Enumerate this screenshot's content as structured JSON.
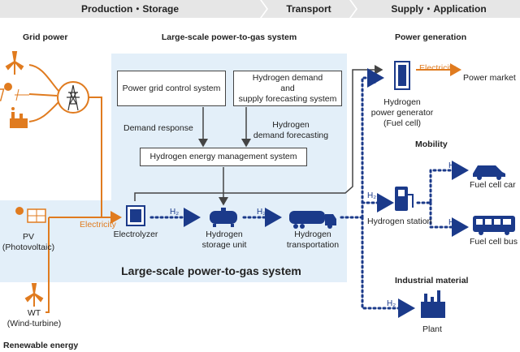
{
  "header": {
    "production_storage": "Production・Storage",
    "transport": "Transport",
    "supply_application": "Supply・Application"
  },
  "grid_power": "Grid power",
  "system_title_top": "Large-scale power-to-gas system",
  "system_title_bottom": "Large-scale power-to-gas system",
  "boxes": {
    "power_grid_control": "Power grid control system",
    "hydrogen_forecasting_l1": "Hydrogen demand",
    "hydrogen_forecasting_l2": "and",
    "hydrogen_forecasting_l3": "supply forecasting system",
    "energy_management": "Hydrogen energy management system"
  },
  "labels": {
    "demand_response": "Demand response",
    "demand_forecasting_l1": "Hydrogen",
    "demand_forecasting_l2": "demand forecasting",
    "electricity_left": "Electricity",
    "electrolyzer": "Electrolyzer",
    "storage_l1": "Hydrogen",
    "storage_l2": "storage unit",
    "transportation_l1": "Hydrogen",
    "transportation_l2": "transportation",
    "pv_l1": "PV",
    "pv_l2": "(Photovoltaic)",
    "wt_l1": "WT",
    "wt_l2": "(Wind-turbine)",
    "renewable_energy": "Renewable energy",
    "h2": "H₂"
  },
  "supply": {
    "power_generation": "Power generation",
    "generator_l1": "Hydrogen",
    "generator_l2": "power generator",
    "generator_l3": "(Fuel cell)",
    "electricity": "Electricity",
    "power_market": "Power market",
    "mobility": "Mobility",
    "hydrogen_station": "Hydrogen station",
    "fuel_cell_car": "Fuel cell car",
    "fuel_cell_bus": "Fuel cell bus",
    "industrial_material": "Industrial material",
    "plant": "Plant"
  },
  "colors": {
    "orange": "#e07b1f",
    "navy": "#1b3a8a",
    "panel_blue": "#e3eff9",
    "header_gray": "#e6e6e6"
  }
}
